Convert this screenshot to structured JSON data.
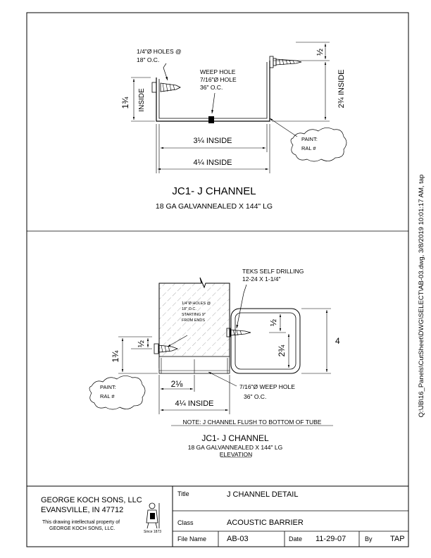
{
  "detail_top": {
    "holes_note_1": "1/4\"Ø HOLES @",
    "holes_note_2": "18\" O.C.",
    "weep_note_1": "WEEP HOLE",
    "weep_note_2": "7/16\"Ø HOLE",
    "weep_note_3": "36\" O.C.",
    "dim_left_height": "1¾",
    "dim_left_inside": "INSIDE",
    "dim_right_half": "½",
    "dim_right_height": "2¾ INSIDE",
    "dim_inside_width": "3¼ INSIDE",
    "dim_overall_width": "4¼ INSIDE",
    "paint_label_1": "PAINT:",
    "paint_label_2": "RAL #",
    "title": "JC1- J CHANNEL",
    "subtitle": "18 GA GALVANNEALED X 144\" LG"
  },
  "detail_bottom": {
    "teks_note_1": "TEKS SELF DRILLING",
    "teks_note_2": "12-24 X 1-1/4\"",
    "holes_note_1": "1/4\"Ø HOLES @",
    "holes_note_2": "18\" O.C.",
    "holes_note_3": "STARTING 9\"",
    "holes_note_4": "FROM ENDS",
    "dim_half_left": "½",
    "dim_left_height": "1¾",
    "dim_half_right": "½",
    "dim_tube_inner": "2¾",
    "dim_tube_height": "4",
    "dim_offset": "2⅛",
    "dim_overall_width": "4¼ INSIDE",
    "weep_note_1": "7/16\"Ø WEEP HOLE",
    "weep_note_2": "36\" O.C.",
    "paint_label_1": "PAINT:",
    "paint_label_2": "RAL #",
    "note": "NOTE: J CHANNEL FLUSH TO BOTTOM OF TUBE",
    "title": "JC1- J CHANNEL",
    "subtitle": "18 GA GALVANNEALED X 144\" LG",
    "view": "ELEVATION"
  },
  "title_block": {
    "company_1": "GEORGE KOCH SONS, LLC",
    "company_2": "EVANSVILLE, IN 47712",
    "ip_1": "This drawing intellectual property of",
    "ip_2": "GEORGE KOCH SONS, LLC.",
    "since": "Since 1873",
    "title_label": "Title",
    "title_value": "J CHANNEL DETAIL",
    "class_label": "Class",
    "class_value": "ACOUSTIC BARRIER",
    "file_label": "File Name",
    "file_value": "AB-03",
    "date_label": "Date",
    "date_value": "11-29-07",
    "by_label": "By",
    "by_value": "TAP"
  },
  "side_path": "Q:\\JB\\16_Panels\\CutSheet\\DWG\\SELECT\\AB-03.dwg, 3/8/2019 10:01:17 AM, tap"
}
